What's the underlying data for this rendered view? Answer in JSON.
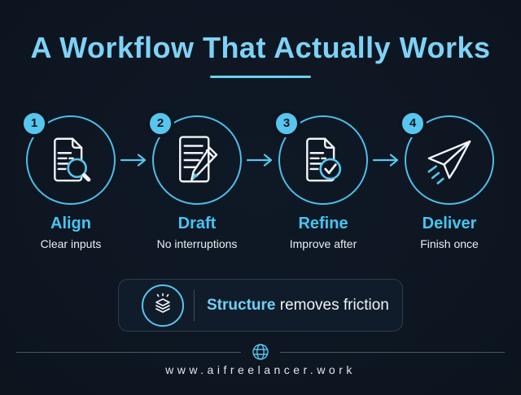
{
  "title": "A Workflow That Actually Works",
  "steps": [
    {
      "number": "1",
      "label": "Align",
      "description": "Clear inputs",
      "icon": "document-search-icon"
    },
    {
      "number": "2",
      "label": "Draft",
      "description": "No interruptions",
      "icon": "document-pencil-icon"
    },
    {
      "number": "3",
      "label": "Refine",
      "description": "Improve after",
      "icon": "document-check-icon"
    },
    {
      "number": "4",
      "label": "Deliver",
      "description": "Finish once",
      "icon": "paper-plane-icon"
    }
  ],
  "banner": {
    "icon": "layers-icon",
    "highlight": "Structure",
    "text": " removes friction"
  },
  "footer": {
    "icon": "globe-icon",
    "url": "www.aifreelancer.work"
  },
  "colors": {
    "background": "#0d1621",
    "accent": "#56c6ef",
    "title": "#7ed2f6",
    "step_label": "#45c6f3",
    "body_text": "#eef3f8"
  }
}
